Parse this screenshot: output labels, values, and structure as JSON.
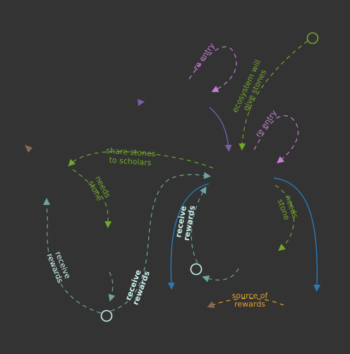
{
  "colors": {
    "background": "#333333",
    "green": "#72a62a",
    "pink": "#c77ed6",
    "purple": "#7a5fa8",
    "teal": "#6fa5a0",
    "cyan": "#c9f4f0",
    "blue": "#2a7ab8",
    "orange": "#e0a02c",
    "brown": "#8a6a50"
  },
  "labels": {
    "re_entry_top": "re entry",
    "ecosystem_line1": "ecosystem will",
    "ecosystem_line2": "give stones",
    "re_entry_right": "re entry",
    "share_line1": "share stones",
    "share_line2": "to scholars",
    "needs_stone_left_1": "needs",
    "needs_stone_left_2": "stone",
    "needs_stone_right_1": "needs",
    "needs_stone_right_2": "stone",
    "receive_left_1": "receive",
    "receive_left_2": "rewards",
    "receive_mid_1": "receive",
    "receive_mid_2": "rewards",
    "receive_right_1": "receive",
    "receive_right_2": "rewards",
    "source_1": "source of",
    "source_2": "rewards"
  }
}
